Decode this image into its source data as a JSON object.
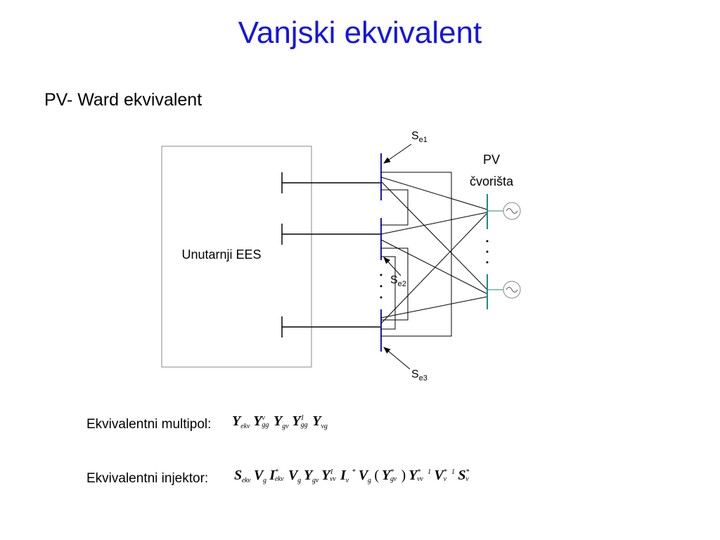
{
  "title": "Vanjski ekvivalent",
  "subtitle": "PV- Ward ekvivalent",
  "diagram": {
    "internal_block_label": "Unutarnji EES",
    "pv_label_line1": "PV",
    "pv_label_line2": "čvorišta",
    "se1": {
      "main": "S",
      "sub": "e1"
    },
    "se2": {
      "main": "S",
      "sub": "e2"
    },
    "se3": {
      "main": "S",
      "sub": "e3"
    },
    "generator_icon": "ac-source-icon",
    "colors": {
      "bus_left": "#1a1aa8",
      "bus_right": "#1a8a8a",
      "title": "#1414e6"
    }
  },
  "formulas": {
    "multipol_label": "Ekvivalentni multipol:",
    "injektor_label": "Ekvivalentni injektor:",
    "multipol": {
      "Y1": "Y",
      "Y1_sub": "ekv",
      "g1": "",
      "Y2": "Y",
      "Y2_sup": "v",
      "Y2_sub": "gg",
      "g2": "",
      "Y3": "Y",
      "Y3_sub": "gv",
      "g3": "",
      "Y4": "Y",
      "Y4_sup": "1",
      "Y4_sub": "gg",
      "g4": "",
      "Y5": "Y",
      "Y5_sub": "vg"
    },
    "injektor": {
      "S1": "S",
      "S1_sub": "ekv",
      "g1": "",
      "V1": "V",
      "V1_sub": "g",
      "g2": "",
      "I1": "I",
      "I1_sup": "*",
      "I1_sub": "ekv",
      "g3": "",
      "V2": "V",
      "V2_sub": "g",
      "g4": "",
      "Y1": "Y",
      "Y1_sub": "gv",
      "g5": "",
      "Y2": "Y",
      "Y2_sup": "1",
      "Y2_sub": "vv",
      "g6": "",
      "I2": "I",
      "I2_sub": "v",
      "star1": "*",
      "g7": "",
      "V3": "V",
      "V3_sub": "g",
      "g8": "",
      "paren_open": "(",
      "g9": "",
      "Y3": "Y",
      "Y3_sup": "*",
      "Y3_sub": "gv",
      "paren_close": ")",
      "g10": "",
      "Y4": "Y",
      "Y4_sup": "*",
      "Y4_sub": "vv",
      "exp1": "1",
      "g11": "",
      "V4": "V",
      "V4_sup": "*",
      "V4_sub": "v",
      "exp2": "1",
      "g12": "",
      "S2": "S",
      "S2_sup": "*",
      "S2_sub": "v"
    }
  }
}
